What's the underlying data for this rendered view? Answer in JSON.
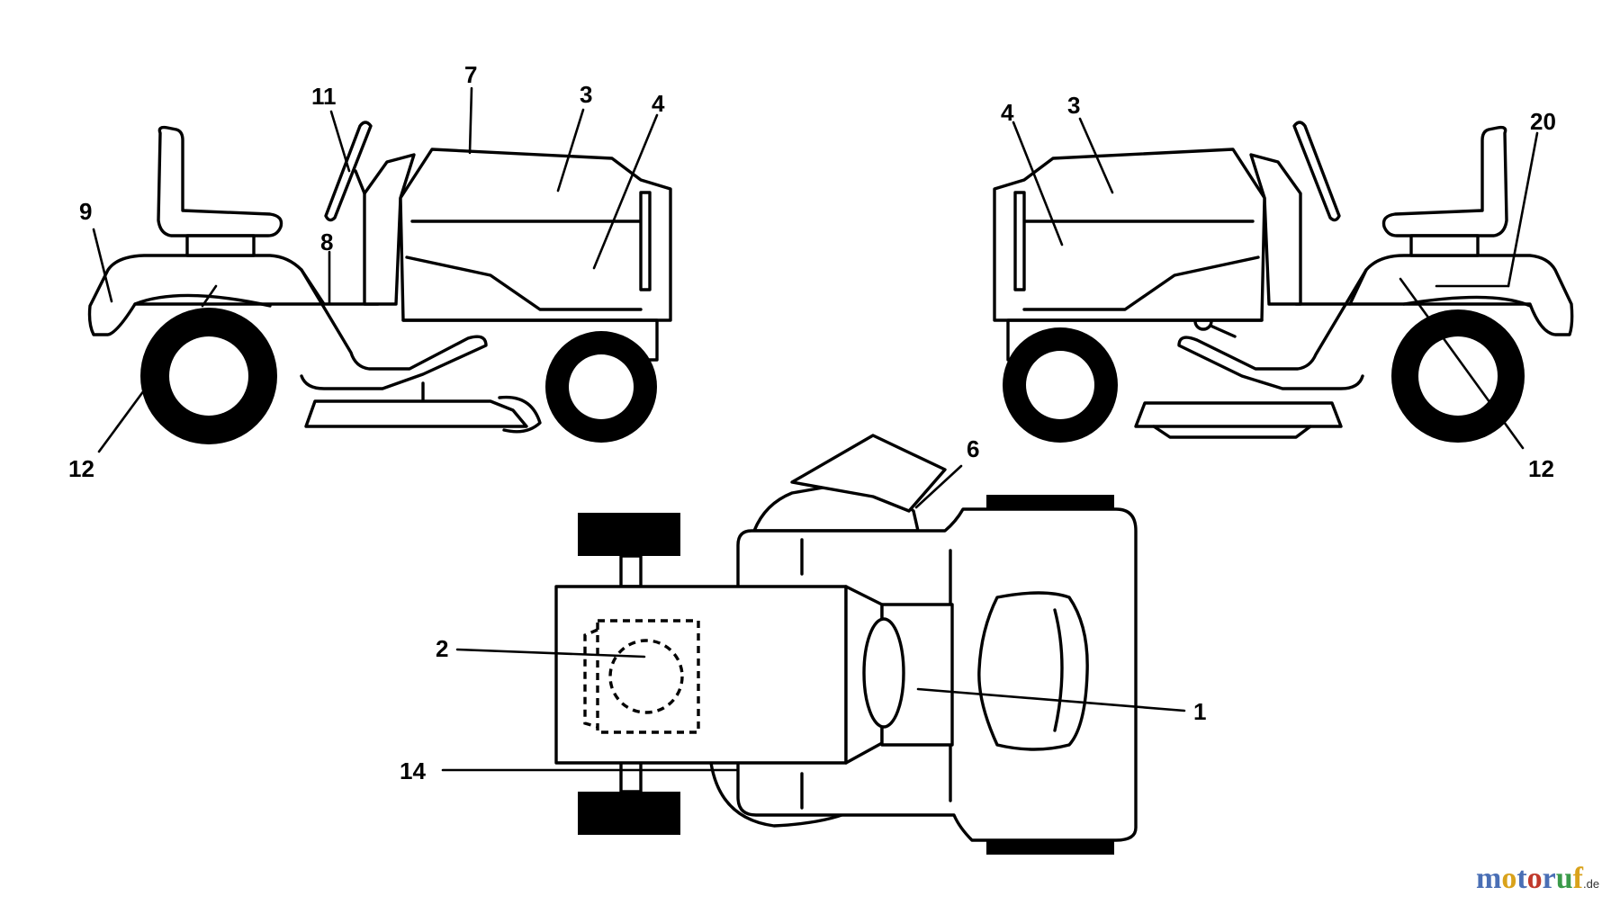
{
  "diagram": {
    "left_view": {
      "callouts": [
        "7",
        "11",
        "3",
        "4",
        "9",
        "8",
        "12"
      ]
    },
    "right_view": {
      "callouts": [
        "4",
        "3",
        "20",
        "12"
      ]
    },
    "top_view": {
      "callouts": [
        "6",
        "2",
        "1",
        "14"
      ]
    }
  },
  "watermark": {
    "letters": [
      "m",
      "o",
      "t",
      "o",
      "r",
      "u",
      "f"
    ],
    "letter_colors": [
      "#4a6fb5",
      "#d9a21b",
      "#4a6fb5",
      "#c0392b",
      "#4a6fb5",
      "#3a9a4a",
      "#d9a21b"
    ],
    "tld": ".de"
  }
}
